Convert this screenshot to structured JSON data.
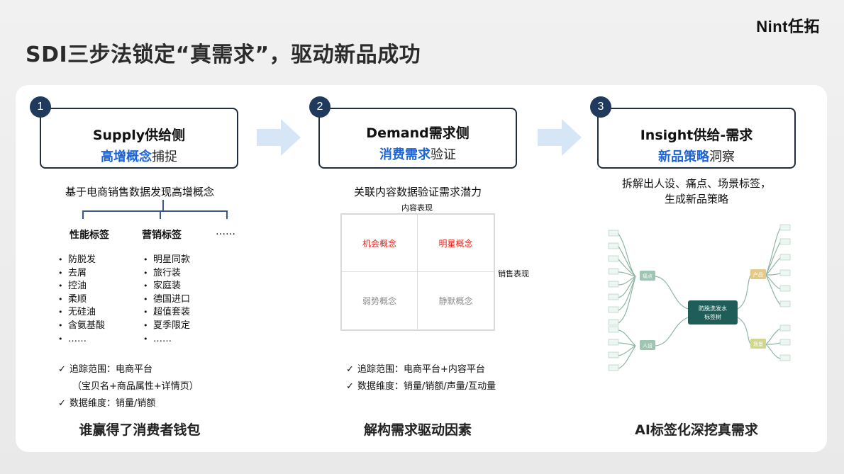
{
  "logo": "Nint任拓",
  "title": "SDI三步法锁定“真需求”，驱动新品成功",
  "steps": [
    {
      "num": "1",
      "title": "Supply供给侧",
      "sub_highlight": "高增概念",
      "sub_rest": "捕捉",
      "lead": "基于电商销售数据发现高增概念",
      "tag_heads": [
        "性能标签",
        "营销标签",
        "……"
      ],
      "list_a": [
        "防脱发",
        "去屑",
        "控油",
        "柔顺",
        "无硅油",
        "含氨基酸",
        "……"
      ],
      "list_b": [
        "明星同款",
        "旅行装",
        "家庭装",
        "德国进口",
        "超值套装",
        "夏季限定",
        "……"
      ],
      "checks": [
        "追踪范围：电商平台",
        "（宝贝名+商品属性+详情页）",
        "数据维度：销量/销额"
      ],
      "footer": "谁赢得了消费者钱包"
    },
    {
      "num": "2",
      "title": "Demand需求侧",
      "sub_highlight": "消费需求",
      "sub_rest": "验证",
      "lead": "关联内容数据验证需求潜力",
      "axis_top": "内容表现",
      "axis_right": "销售表现",
      "cells": [
        "机会概念",
        "明星概念",
        "弱势概念",
        "静默概念"
      ],
      "checks": [
        "追踪范围：电商平台+内容平台",
        "数据维度：销量/销额/声量/互动量"
      ],
      "footer": "解构需求驱动因素"
    },
    {
      "num": "3",
      "title": "Insight供给-需求",
      "sub_highlight": "新品策略",
      "sub_rest": "洞察",
      "lead": "拆解出人设、痛点、场景标签，\n生成新品策略",
      "mind_center": "防脱洗发水\n标签树",
      "mind_branches": [
        "痛点",
        "人设",
        "产品",
        "场景"
      ],
      "footer": "AI标签化深挖真需求"
    }
  ],
  "colors": {
    "accent": "#1e63d6",
    "num_bg": "#1f3a5c",
    "hot": "#e0231c",
    "muted": "#8a8a8a",
    "mind_center": "#1f5e58"
  }
}
